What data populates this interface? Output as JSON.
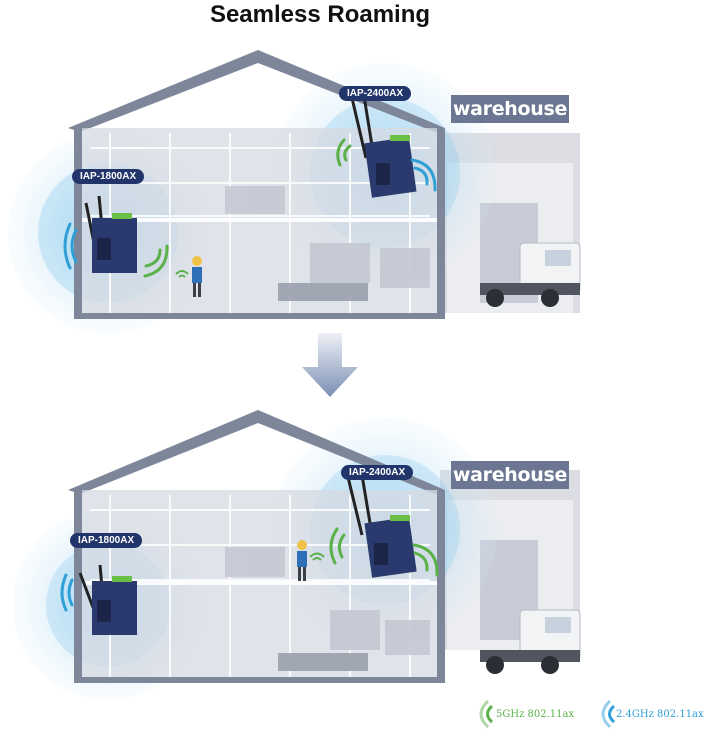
{
  "title": "Seamless Roaming",
  "sign_text": "warehouse",
  "devices": {
    "ap_left": "IAP-1800AX",
    "ap_right": "IAP-2400AX"
  },
  "legend": {
    "band_5g": "5GHz 802.11ax",
    "band_24g": "2.4GHz 802.11ax"
  },
  "colors": {
    "band_5g": "#5bb04a",
    "band_24g": "#2f9fd6",
    "coverage": "#9fd2ee",
    "roof": "#7e869a",
    "label_bg": "#22356b",
    "arrow": "#7b8fb4"
  }
}
